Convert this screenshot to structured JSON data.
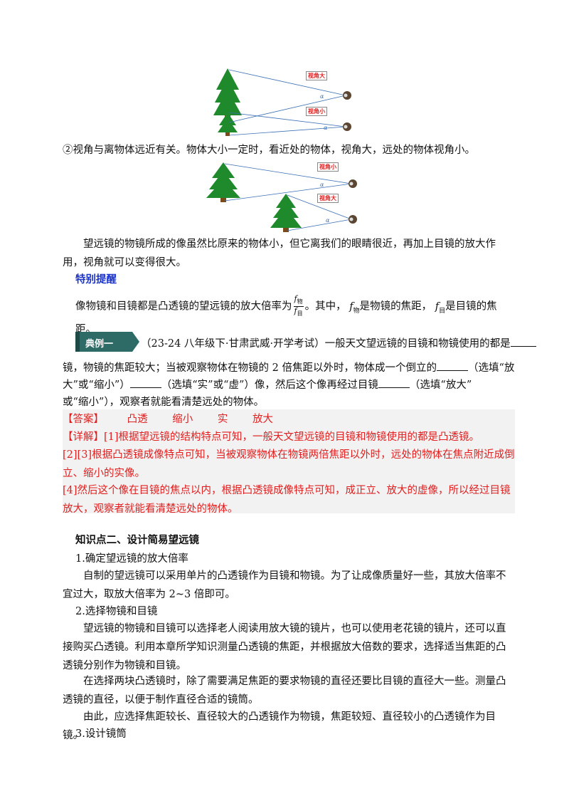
{
  "figure1": {
    "label_top": "视角大",
    "label_bottom": "视角小",
    "alpha": "α"
  },
  "figure2": {
    "label_top": "视角小",
    "label_bottom": "视角大",
    "alpha": "α"
  },
  "p1": "②视角与离物体远近有关。物体大小一定时，看近处的物体，视角大，远处的物体视角小。",
  "p2": "望远镜的物镜所成的像虽然比原来的物体小，但它离我们的眼睛很近，再加上目镜的放大作用，视角就可以变得很大。",
  "tip_title": "特别提醒",
  "tip": {
    "part1": "像物镜和目镜都是凸透镜的望远镜的放大倍率为",
    "frac_num": "f",
    "frac_num_sub": "物",
    "frac_den": "f",
    "frac_den_sub": "目",
    "part2": "。其中，",
    "f_obj": "f",
    "f_obj_sub": "物",
    "part3": "是物镜的焦距，",
    "f_eye": "f",
    "f_eye_sub": "目",
    "part4": "是目镜的焦距。"
  },
  "example": {
    "badge": "典例一",
    "line1": "（23-24 八年级下·甘肃武威·开学考试）一般天文望远镜的目镜和物镜使用的都是",
    "line2a": "镜，物镜的焦距较大；当被观察物体在物镜的 2 倍焦距以外时，物体成一个倒立的",
    "line2b": "（选填“放",
    "line3a": "大”或“缩小”）",
    "line3b": "（选填“实”或“虚”）像，然后这个像再经过目镜",
    "line3c": "（选填“放大”",
    "line4": "或“缩小”），观察者就能看清楚远处的物体。"
  },
  "answer": {
    "label": "【答案】",
    "items": [
      "凸透",
      "缩小",
      "实",
      "放大"
    ],
    "detail_label": "【详解】",
    "d1": "[1]根据望远镜的结构特点可知，一般天文望远镜的目镜和物镜使用的都是凸透镜。",
    "d2": "[2][3]根据凸透镜成像特点可知，当被观察物体在物镜两倍焦距以外时，远处的物体在焦点附近成倒立、缩小的实像。",
    "d3": "[4]然后这个像在目镜的焦点以内，根据凸透镜成像特点可知，成正立、放大的虚像，所以经过目镜放大，观察者就能看清楚远处的物体。"
  },
  "section2": {
    "title": "知识点二、设计简易望远镜",
    "h1": "1.确定望远镜的放大倍率",
    "t1": "自制的望远镜可以采用单片的凸透镜作为目镜和物镜。为了让成像质量好一些，其放大倍率不宜过大，取放大倍率为 2~3 倍即可。",
    "h2": "2.选择物镜和目镜",
    "t2": "望远镜的物镜和目镜可以选择老人阅读用放大镜的镜片，也可以使用老花镜的镜片，还可以直接购买凸透镜。利用本章所学知识测量凸透镜的焦距，并根据放大倍数的要求，选择适当焦距的凸透镜分别作为物镜和目镜。",
    "t3": "在选择两块凸透镜时，除了需要满足焦距的要求物镜的直径还要比目镜的直径大一些。测量凸透镜的直径，以便于制作直径合适的镜筒。",
    "t4": "由此，应选择焦距较长、直径较大的凸透镜作为物镜，焦距较短、直径较小的凸透镜作为目镜。",
    "h3": "3.设计镜筒"
  },
  "colors": {
    "tree": "#1f8a2c",
    "red": "#e02020",
    "blue": "#1a33cc",
    "badge": "#2e6b66",
    "box": "#f2f2f2"
  }
}
